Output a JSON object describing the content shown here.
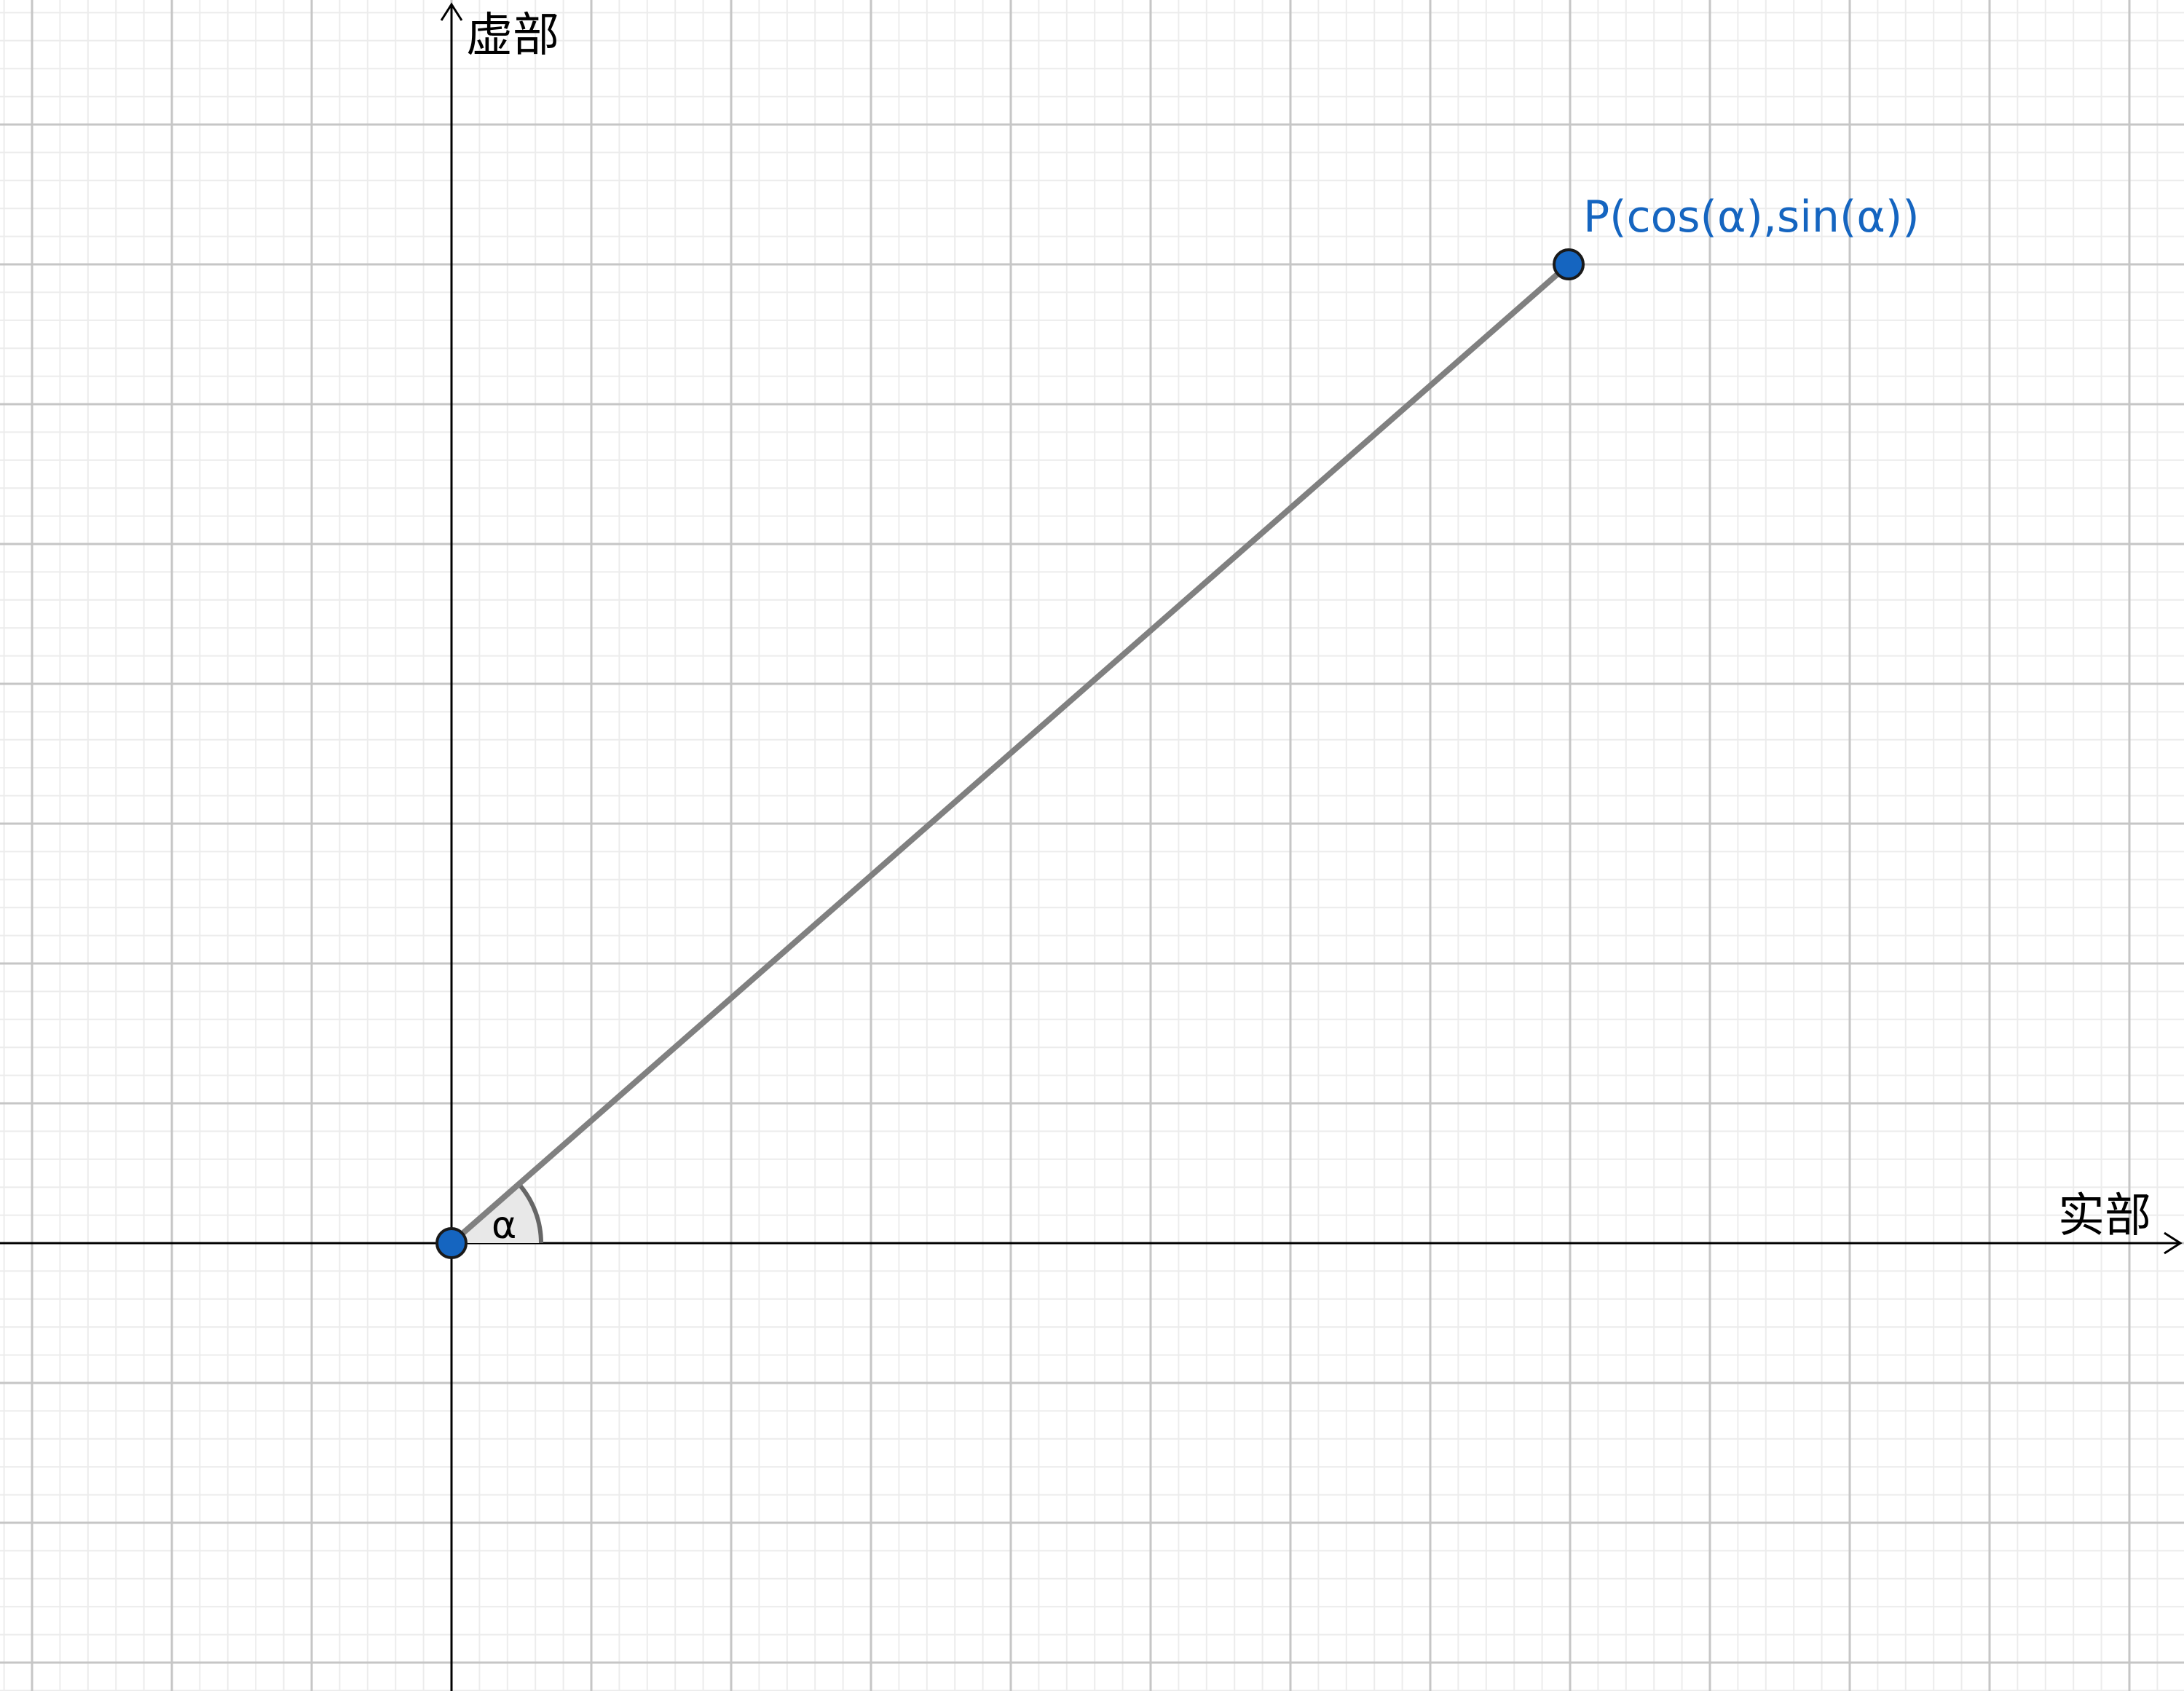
{
  "axes": {
    "x_label": "实部",
    "y_label": "虚部"
  },
  "points": {
    "origin": {
      "label": ""
    },
    "p": {
      "label": "P(cos(α),sin(α))"
    }
  },
  "angle": {
    "label": "α"
  },
  "colors": {
    "point_fill": "#1565c0",
    "point_label": "#1565c0",
    "segment": "#808080",
    "axis": "#000000",
    "grid_major": "#c6c6c6",
    "grid_minor": "#ececec",
    "angle_fill": "#e8e8e8",
    "angle_stroke": "#666666"
  }
}
